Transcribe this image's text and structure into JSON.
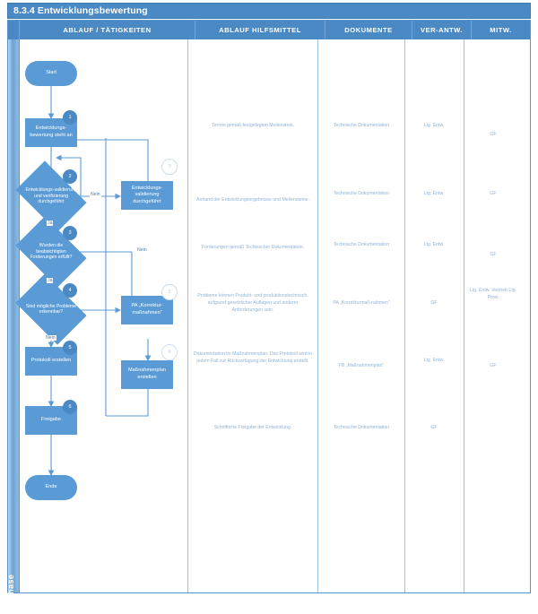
{
  "document": {
    "title": "8.3.4 Entwicklungsbewertung",
    "phase_label": "Phase",
    "accent_color": "#4a89c4",
    "node_color": "#5b9bd5",
    "text_color": "#8fb4d8"
  },
  "table": {
    "headers": [
      {
        "label": "ABLAUF / TÄTIGKEITEN"
      },
      {
        "label": "ABLAUF HILFSMITTEL"
      },
      {
        "label": "DOKUMENTE"
      },
      {
        "label": "VER-ANTW."
      },
      {
        "label": "MITW."
      }
    ]
  },
  "flow": {
    "nodes": [
      {
        "id": "start",
        "type": "terminator",
        "label": "Start"
      },
      {
        "id": "n1",
        "type": "process",
        "label": "Entwicklungs-bewertung steht an",
        "step": "1"
      },
      {
        "id": "n2",
        "type": "decision",
        "label": "Entwicklungs-validierung und verifizierung durchgeführt",
        "step": "2"
      },
      {
        "id": "n3",
        "type": "decision",
        "label": "Wurden die beabsichtigten Forderungen erfüllt?",
        "step": "3"
      },
      {
        "id": "n4",
        "type": "decision",
        "label": "Sind mögliche Probleme erkennbar?",
        "step": "4"
      },
      {
        "id": "n5",
        "type": "process",
        "label": "Protokoll erstellen",
        "step": "5"
      },
      {
        "id": "n6",
        "type": "process",
        "label": "Freigabe",
        "step": "6"
      },
      {
        "id": "end",
        "type": "terminator",
        "label": "Ende"
      },
      {
        "id": "s3",
        "type": "process",
        "label": "Entwicklungs-validierung durchgeführt",
        "step": "3",
        "step_style": "hollow"
      },
      {
        "id": "s5",
        "type": "process",
        "label": "PA „Korrektur-maßnahmen“",
        "step": "5",
        "step_style": "hollow"
      },
      {
        "id": "s6",
        "type": "process",
        "label": "Maßnahmenplan erstellen",
        "step": "6",
        "step_style": "hollow"
      }
    ],
    "branch_labels": [
      {
        "id": "b1",
        "label": "Nein"
      },
      {
        "id": "b2",
        "label": "Ja"
      },
      {
        "id": "b3",
        "label": "Nein"
      },
      {
        "id": "b4",
        "label": "Ja"
      },
      {
        "id": "b5",
        "label": "Nein"
      }
    ]
  },
  "rows": [
    {
      "hilfsmittel": "Termin gemäß festgelegten Meilenstein.",
      "dokumente": "Technische Dokumentation",
      "verantw": "Ltg. Entw.",
      "mitw": "GF"
    },
    {
      "hilfsmittel": "Anhand der Entwicklungsergebnisse und Meilensteine.",
      "dokumente": "Technische Dokumentation",
      "verantw": "Ltg. Entw.",
      "mitw": "GF"
    },
    {
      "hilfsmittel": "Forderungen gemäß Technischer Dokumentation.",
      "dokumente": "Technische Dokumentation",
      "verantw": "Ltg. Entw.",
      "mitw": "GF"
    },
    {
      "hilfsmittel": "Probleme können Produkt- und produktionstechnisch, aufgrund gesetzlicher Auflagen und anderer Anforderungen sein.",
      "dokumente": "PA „Korrekturmaß-nahmen“",
      "verantw": "GF",
      "mitw": "Ltg. Entw. Vertrieb Ltg. Prod."
    },
    {
      "hilfsmittel": "Dokumentation im Maßnahmenplan. Das Protokoll wird in jedem Fall zur Rückverfügung der Entwicklung erstellt.",
      "dokumente": "FB „Maßnahmenplan“",
      "verantw": "Ltg. Entw.",
      "mitw": "GF"
    },
    {
      "hilfsmittel": "Schriftliche Freigabe der Entwicklung.",
      "dokumente": "Technische Dokumentation",
      "verantw": "GF",
      "mitw": ""
    }
  ]
}
